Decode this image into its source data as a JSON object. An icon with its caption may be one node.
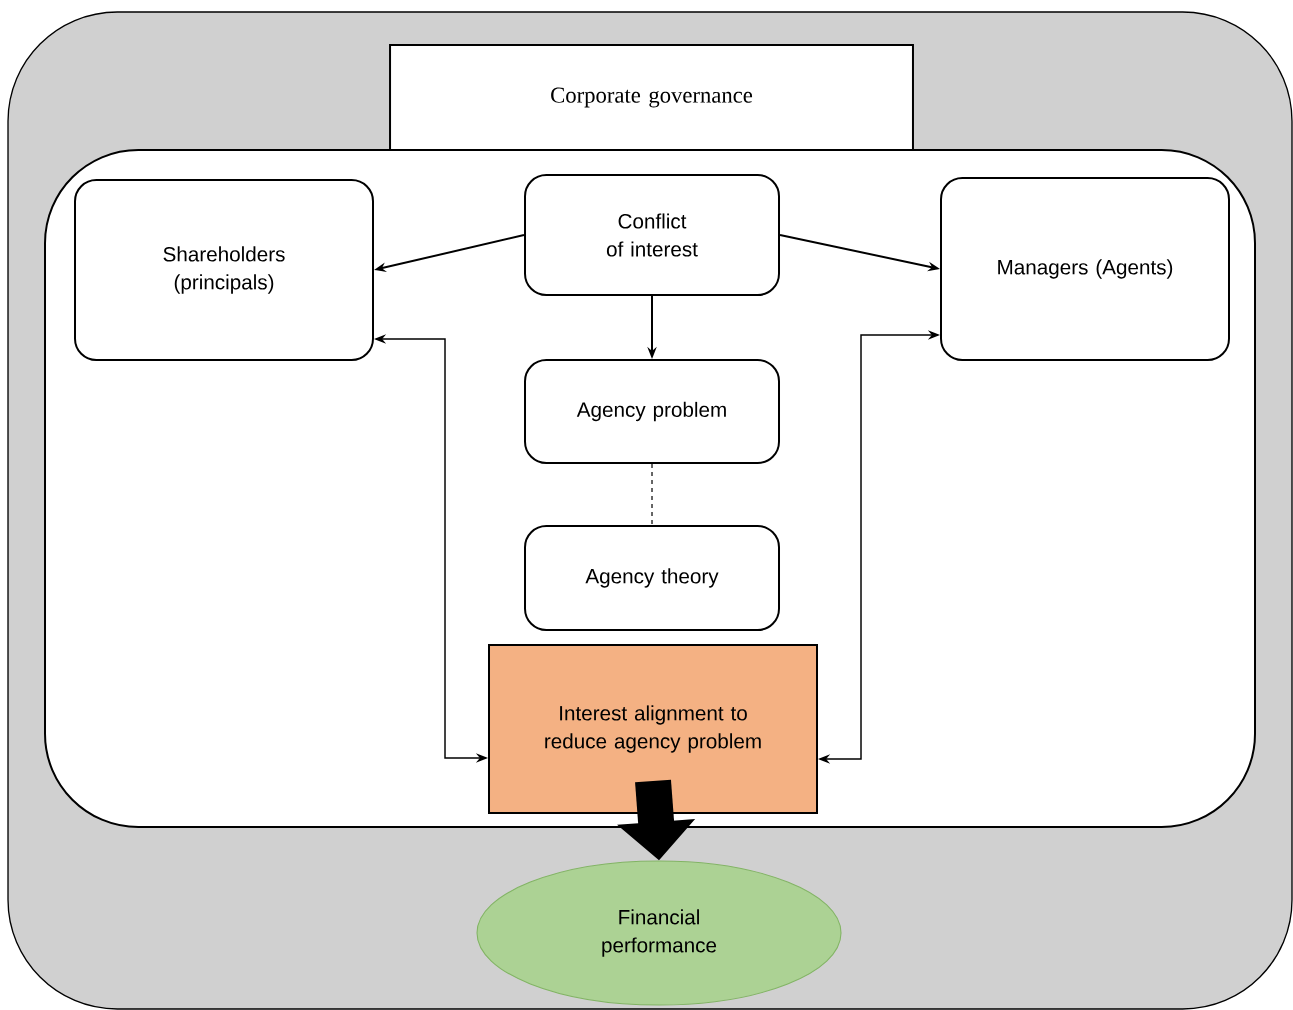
{
  "diagram": {
    "nodes": [
      {
        "text": [],
        "shape": "box"
      },
      {
        "text": [
          "Corporate governance"
        ],
        "in": 0
      },
      {
        "text": [],
        "shape": "box",
        "in": 0
      },
      {
        "text": [
          "Shareholders (principals)"
        ],
        "in": 2
      },
      {
        "text": [
          "Conflict of interest"
        ],
        "in": 2
      },
      {
        "text": [
          "Managers (Agents)"
        ],
        "in": 2
      },
      {
        "text": [
          "Agency problem"
        ],
        "in": 2
      },
      {
        "text": [
          "Agency theory"
        ],
        "in": 2
      },
      {
        "text": [
          "Interest alignment to reduce agency problem"
        ],
        "in": 2
      },
      {
        "text": [
          "Financial performance"
        ],
        "in": 0
      }
    ],
    "edges": [
      {
        "from": 4,
        "to": 3,
        "arrow": "to"
      },
      {
        "from": 4,
        "to": 5,
        "arrow": "to"
      },
      {
        "from": 4,
        "to": 6,
        "arrow": "to"
      },
      {
        "from": 6,
        "to": 7,
        "arrow": "none",
        "style": "dashed"
      },
      {
        "from": 3,
        "to": 8,
        "arrow": "both"
      },
      {
        "from": 5,
        "to": 8,
        "arrow": "both"
      },
      {
        "from": 8,
        "to": 9,
        "arrow": "to",
        "style": "thick"
      }
    ]
  }
}
